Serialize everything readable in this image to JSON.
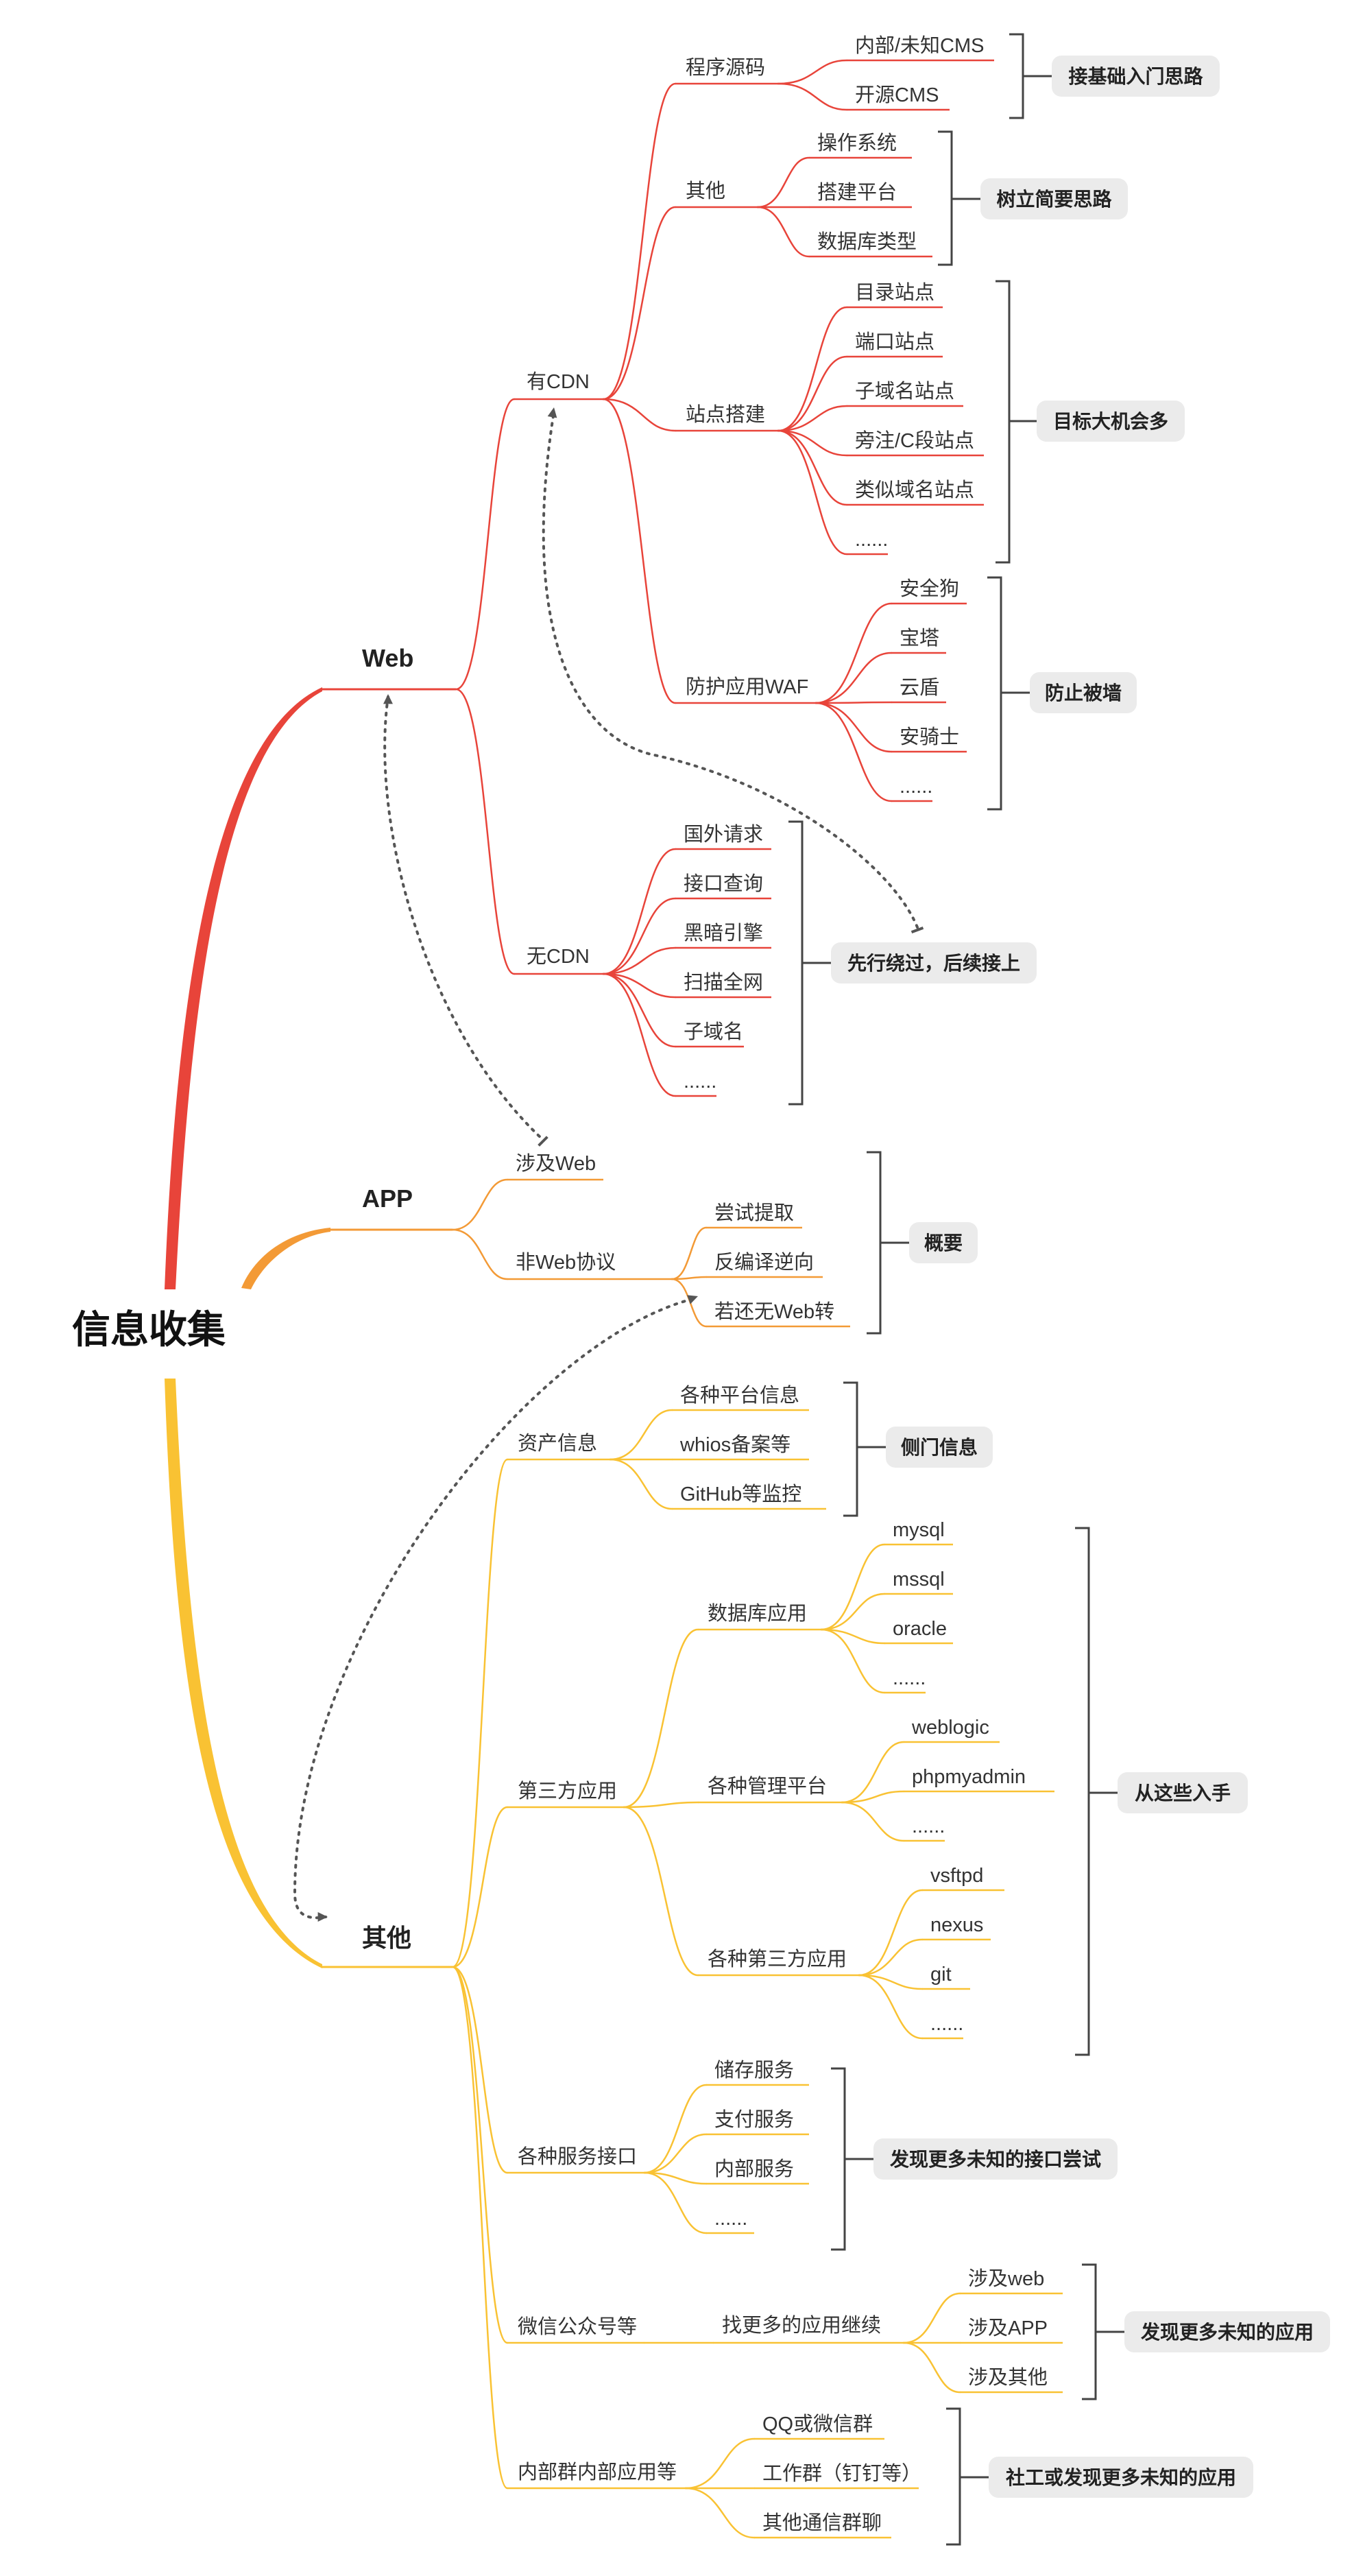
{
  "root": "信息收集",
  "colors": {
    "web": "#e8443a",
    "app": "#f39a36",
    "other": "#f9c233",
    "bracket": "#444444",
    "label_bg": "#ebebeb",
    "dotted": "#555555"
  },
  "web": {
    "label": "Web",
    "has_cdn": {
      "label": "有CDN",
      "source": {
        "label": "程序源码",
        "items": [
          "内部/未知CMS",
          "开源CMS"
        ]
      },
      "other": {
        "label": "其他",
        "items": [
          "操作系统",
          "搭建平台",
          "数据库类型"
        ]
      },
      "site": {
        "label": "站点搭建",
        "items": [
          "目录站点",
          "端口站点",
          "子域名站点",
          "旁注/C段站点",
          "类似域名站点",
          "......"
        ]
      },
      "waf": {
        "label": "防护应用WAF",
        "items": [
          "安全狗",
          "宝塔",
          "云盾",
          "安骑士",
          "......"
        ]
      }
    },
    "no_cdn": {
      "label": "无CDN",
      "items": [
        "国外请求",
        "接口查询",
        "黑暗引擎",
        "扫描全网",
        "子域名",
        "......"
      ]
    }
  },
  "app": {
    "label": "APP",
    "web_related": "涉及Web",
    "non_web": {
      "label": "非Web协议",
      "items": [
        "尝试提取",
        "反编译逆向",
        "若还无Web转"
      ]
    }
  },
  "other": {
    "label": "其他",
    "asset": {
      "label": "资产信息",
      "items": [
        "各种平台信息",
        "whios备案等",
        "GitHub等监控"
      ]
    },
    "third": {
      "label": "第三方应用",
      "db": {
        "label": "数据库应用",
        "items": [
          "mysql",
          "mssql",
          "oracle",
          "......"
        ]
      },
      "mgmt": {
        "label": "各种管理平台",
        "items": [
          "weblogic",
          "phpmyadmin",
          "......"
        ]
      },
      "tp": {
        "label": "各种第三方应用",
        "items": [
          "vsftpd",
          "nexus",
          "git",
          "......"
        ]
      }
    },
    "service": {
      "label": "各种服务接口",
      "items": [
        "储存服务",
        "支付服务",
        "内部服务",
        "......"
      ]
    },
    "wechat": {
      "label": "微信公众号等",
      "more": {
        "label": "找更多的应用继续",
        "items": [
          "涉及web",
          "涉及APP",
          "涉及其他"
        ]
      }
    },
    "group": {
      "label": "内部群内部应用等",
      "items": [
        "QQ或微信群",
        "工作群（钉钉等）",
        "其他通信群聊"
      ]
    }
  },
  "summaries": {
    "basic": "接基础入门思路",
    "simple": "树立简要思路",
    "targets": "目标大机会多",
    "waf": "防止被墙",
    "bypass": "先行绕过，后续接上",
    "app": "概要",
    "side": "侧门信息",
    "entry": "从这些入手",
    "api": "发现更多未知的接口尝试",
    "apps": "发现更多未知的应用",
    "social": "社工或发现更多未知的应用"
  }
}
